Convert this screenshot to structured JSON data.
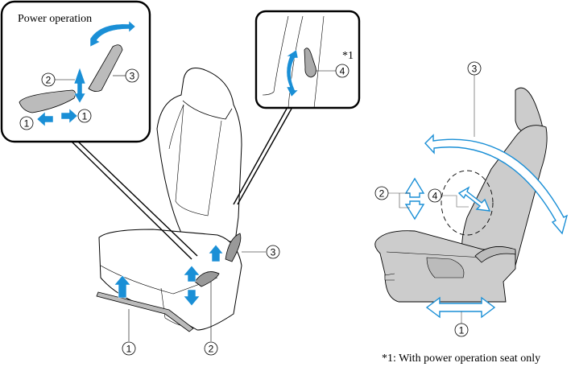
{
  "diagram": {
    "title": "Seat adjustment controls",
    "inset_power": {
      "title": "Power operation",
      "callouts": [
        "1",
        "1",
        "2",
        "3"
      ]
    },
    "inset_lumbar": {
      "footnote_marker": "*1",
      "callouts": [
        "4"
      ]
    },
    "main_seat": {
      "callouts": [
        "1",
        "2",
        "3"
      ]
    },
    "side_view": {
      "callouts": [
        "1",
        "2",
        "3",
        "4"
      ]
    },
    "footnote": "*1: With power operation seat only",
    "colors": {
      "arrow_blue": "#1a8fd6",
      "seat_gray": "#cccccc",
      "line": "#000000"
    }
  }
}
